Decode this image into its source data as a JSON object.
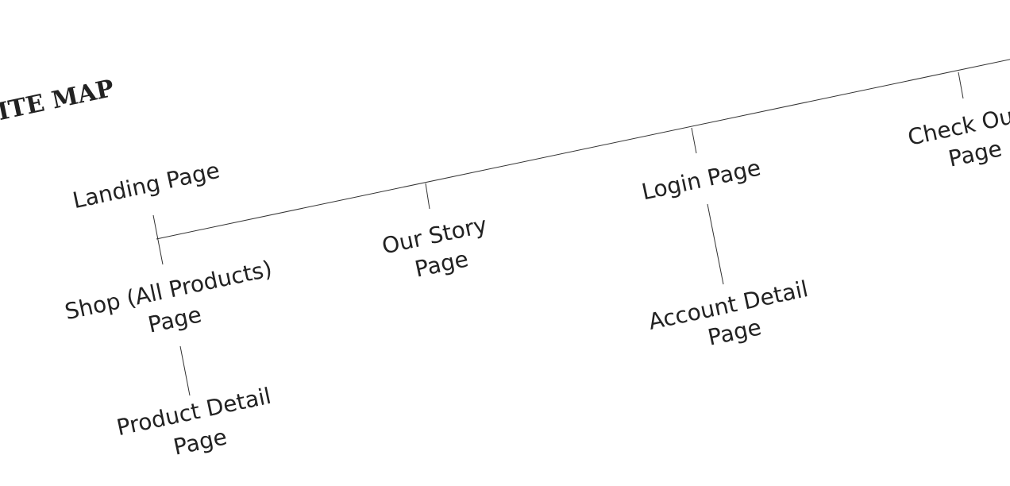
{
  "title": "ITE MAP",
  "nodes": {
    "landing": {
      "line1": "Landing Page"
    },
    "shop": {
      "line1": "Shop (All Products)",
      "line2": "Page"
    },
    "product_detail": {
      "line1": "Product Detail",
      "line2": "Page"
    },
    "our_story": {
      "line1": "Our Story",
      "line2": "Page"
    },
    "login": {
      "line1": "Login Page"
    },
    "account_detail": {
      "line1": "Account Detail",
      "line2": "Page"
    },
    "check_out": {
      "line1": "Check Out",
      "line2": "Page"
    }
  }
}
